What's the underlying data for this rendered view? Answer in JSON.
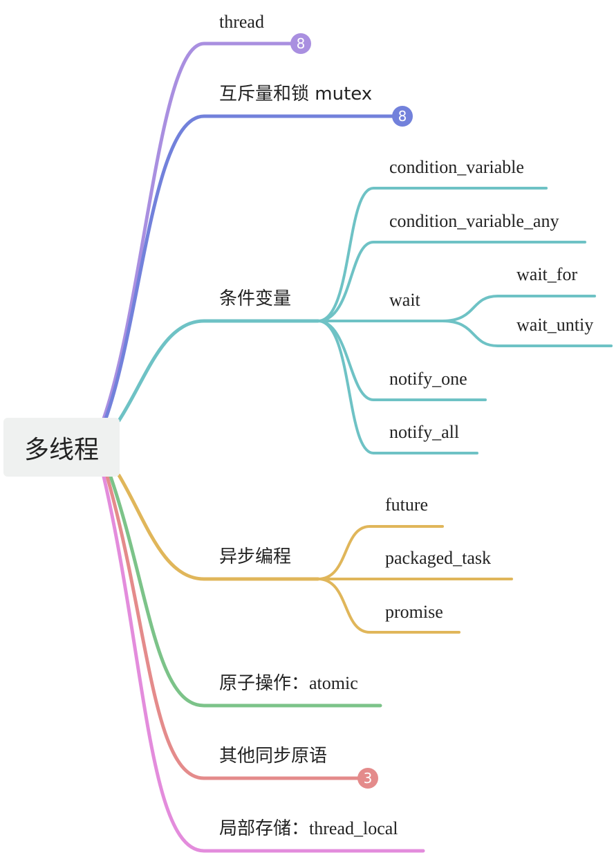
{
  "root": {
    "label": "多线程"
  },
  "colors": {
    "thread": "#a98fe0",
    "mutex": "#7281db",
    "condition": "#6ec2c5",
    "async": "#e0b65a",
    "atomic": "#7cc389",
    "sync": "#e48b8b",
    "local": "#e38cdc"
  },
  "branches": {
    "thread": {
      "label": "thread",
      "collapsed_count": "8"
    },
    "mutex": {
      "label": "互斥量和锁 mutex",
      "collapsed_count": "8"
    },
    "condition": {
      "label": "条件变量",
      "children": [
        "condition_variable",
        "condition_variable_any",
        "wait",
        "notify_one",
        "notify_all"
      ],
      "wait_children": [
        "wait_for",
        "wait_untiy"
      ]
    },
    "async": {
      "label": "异步编程",
      "children": [
        "future",
        "packaged_task",
        "promise"
      ]
    },
    "atomic": {
      "label_cjk": "原子操作：",
      "label_latin": "atomic"
    },
    "sync": {
      "label": "其他同步原语",
      "collapsed_count": "3"
    },
    "local": {
      "label_cjk": "局部存储：",
      "label_latin": "thread_local"
    }
  }
}
